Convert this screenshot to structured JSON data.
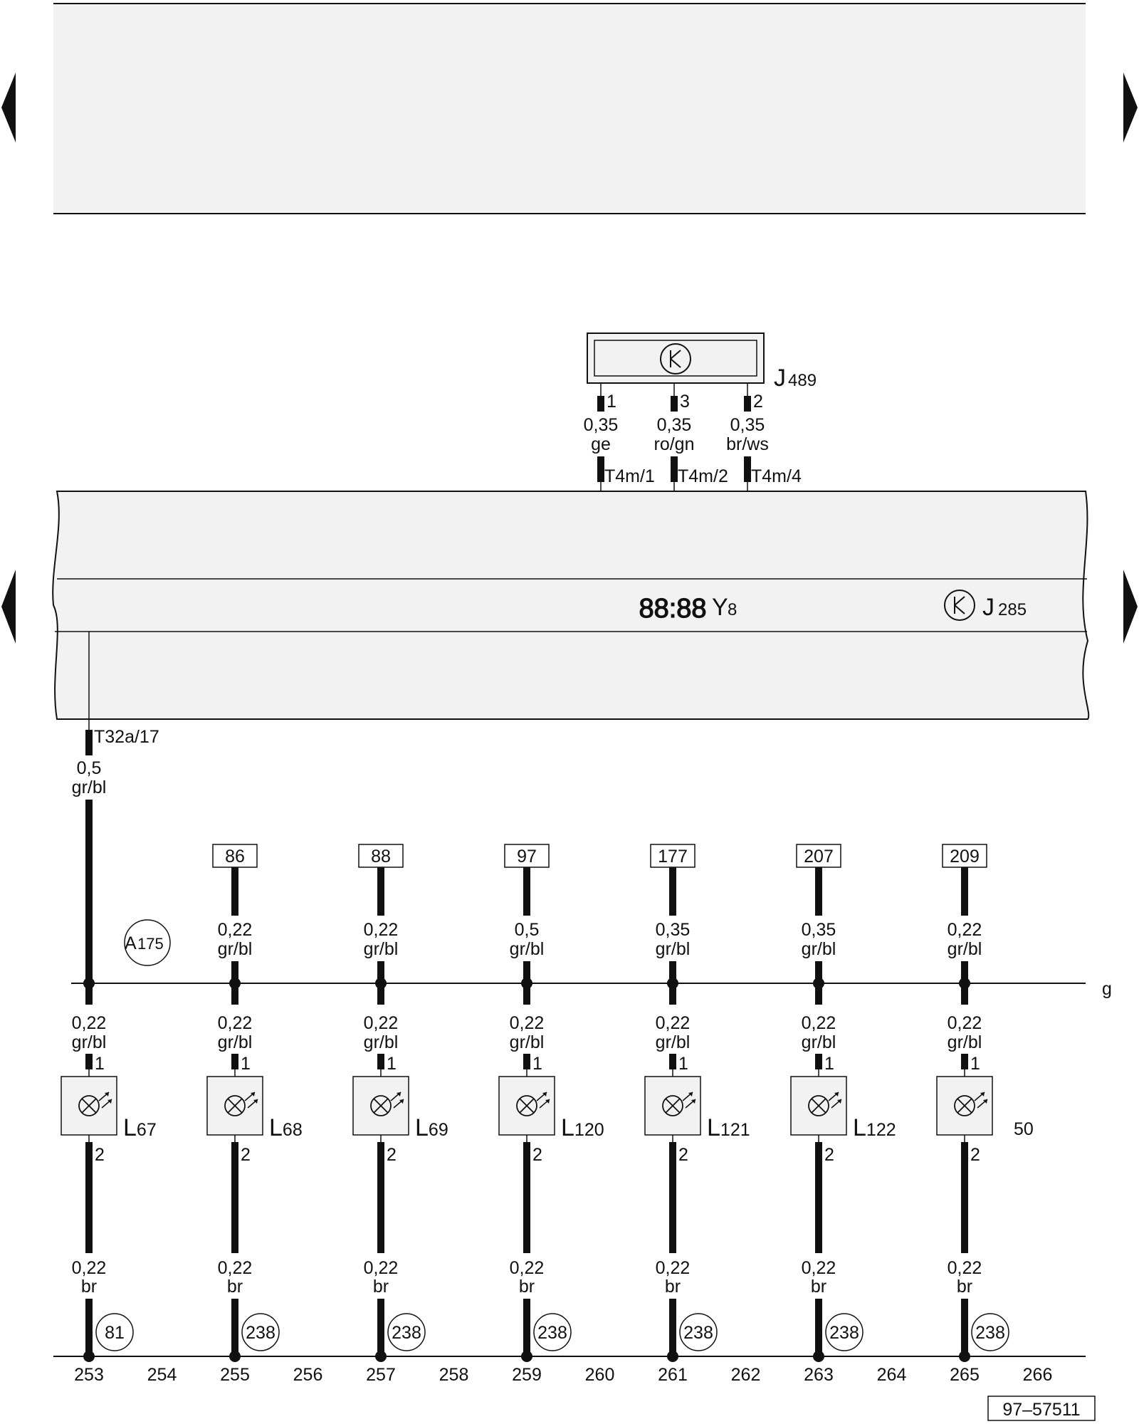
{
  "control_unit": {
    "id": "J",
    "sub": "489",
    "pins": [
      {
        "pin": "1",
        "size": "0,35",
        "color": "ge",
        "connector": "T4m/1"
      },
      {
        "pin": "3",
        "size": "0,35",
        "color": "ro/gn",
        "connector": "T4m/2"
      },
      {
        "pin": "2",
        "size": "0,35",
        "color": "br/ws",
        "connector": "T4m/4"
      }
    ]
  },
  "panel": {
    "display": {
      "glyph": "88:88",
      "id": "Y",
      "sub": "8"
    },
    "unit": {
      "id": "J",
      "sub": "285"
    },
    "connector": "T32a/17"
  },
  "feed": {
    "size": "0,5",
    "color": "gr/bl"
  },
  "junction": {
    "id": "A",
    "sub": "175"
  },
  "g_label": "g",
  "refs": [
    {
      "num": "86",
      "size": "0,22",
      "color": "gr/bl"
    },
    {
      "num": "88",
      "size": "0,22",
      "color": "gr/bl"
    },
    {
      "num": "97",
      "size": "0,5",
      "color": "gr/bl"
    },
    {
      "num": "177",
      "size": "0,35",
      "color": "gr/bl"
    },
    {
      "num": "207",
      "size": "0,35",
      "color": "gr/bl"
    },
    {
      "num": "209",
      "size": "0,22",
      "color": "gr/bl"
    }
  ],
  "lamps": [
    {
      "letter": "L",
      "sub": "67",
      "in_size": "0,22",
      "in_color": "gr/bl",
      "pin_top": "1",
      "pin_bottom": "2",
      "out_size": "0,22",
      "out_color": "br",
      "ground": "81"
    },
    {
      "letter": "L",
      "sub": "68",
      "in_size": "0,22",
      "in_color": "gr/bl",
      "pin_top": "1",
      "pin_bottom": "2",
      "out_size": "0,22",
      "out_color": "br",
      "ground": "238"
    },
    {
      "letter": "L",
      "sub": "69",
      "in_size": "0,22",
      "in_color": "gr/bl",
      "pin_top": "1",
      "pin_bottom": "2",
      "out_size": "0,22",
      "out_color": "br",
      "ground": "238"
    },
    {
      "letter": "L",
      "sub": "120",
      "in_size": "0,22",
      "in_color": "gr/bl",
      "pin_top": "1",
      "pin_bottom": "2",
      "out_size": "0,22",
      "out_color": "br",
      "ground": "238"
    },
    {
      "letter": "L",
      "sub": "121",
      "in_size": "0,22",
      "in_color": "gr/bl",
      "pin_top": "1",
      "pin_bottom": "2",
      "out_size": "0,22",
      "out_color": "br",
      "ground": "238"
    },
    {
      "letter": "L",
      "sub": "122",
      "in_size": "0,22",
      "in_color": "gr/bl",
      "pin_top": "1",
      "pin_bottom": "2",
      "out_size": "0,22",
      "out_color": "br",
      "ground": "238"
    },
    {
      "letter": "",
      "sub": "",
      "in_size": "0,22",
      "in_color": "gr/bl",
      "pin_top": "1",
      "pin_bottom": "2",
      "out_size": "0,22",
      "out_color": "br",
      "ground": "238"
    }
  ],
  "lamp_extra_label": "50",
  "ruler": [
    "253",
    "254",
    "255",
    "256",
    "257",
    "258",
    "259",
    "260",
    "261",
    "262",
    "263",
    "264",
    "265",
    "266"
  ],
  "figure_id": "97–57511"
}
